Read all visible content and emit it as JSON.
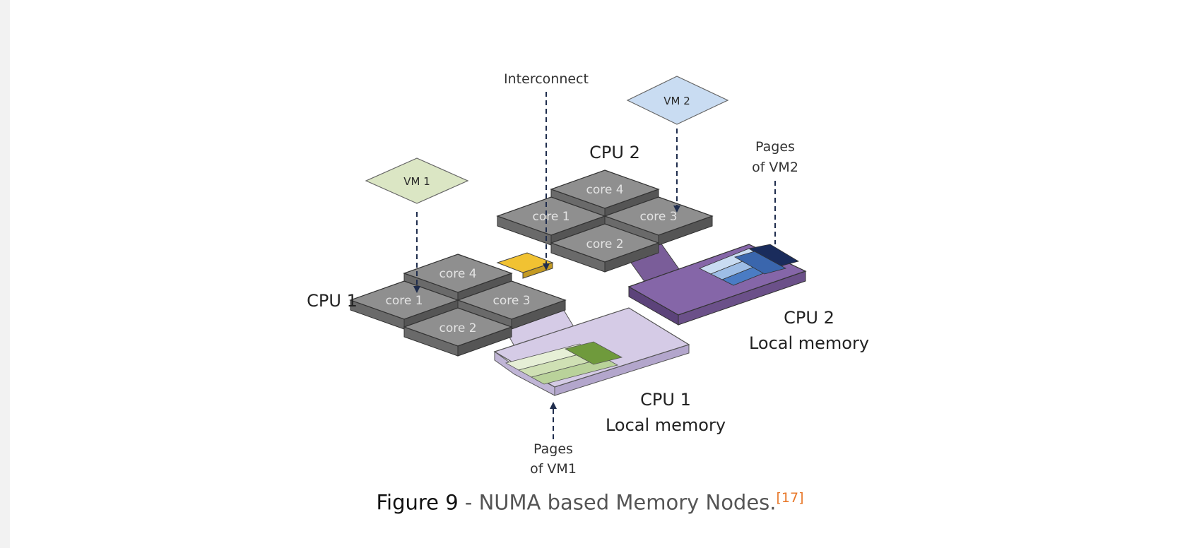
{
  "diagram": {
    "interconnect_label": "Interconnect",
    "vm1_label": "VM 1",
    "vm2_label": "VM 2",
    "cpu1_label": "CPU 1",
    "cpu2_label": "CPU 2",
    "cpu1_cores": [
      "core 1",
      "core 2",
      "core 3",
      "core 4"
    ],
    "cpu2_cores": [
      "core 1",
      "core 2",
      "core 3",
      "core 4"
    ],
    "cpu1_memory": [
      "CPU 1",
      "Local memory"
    ],
    "cpu2_memory": [
      "CPU 2",
      "Local memory"
    ],
    "pages_vm1": [
      "Pages",
      "of VM1"
    ],
    "pages_vm2": [
      "Pages",
      "of VM2"
    ],
    "colors": {
      "core_top": "#8f8f8f",
      "core_side": "#5c5c5c",
      "interconnect": "#f1c232",
      "vm1": "#dbe6c4",
      "vm2": "#c9dcf2",
      "cpu1_memory": "#d5cbe6",
      "cpu2_memory": "#8566a8",
      "cpu1_pages": [
        "#e6efd6",
        "#b9d29a",
        "#6f9a3c"
      ],
      "cpu2_pages": [
        "#c9dcf2",
        "#4a7cc4",
        "#1a2c5c"
      ]
    }
  },
  "caption": {
    "figure": "Figure 9",
    "text": " - NUMA based Memory Nodes.",
    "ref": "[17]"
  }
}
